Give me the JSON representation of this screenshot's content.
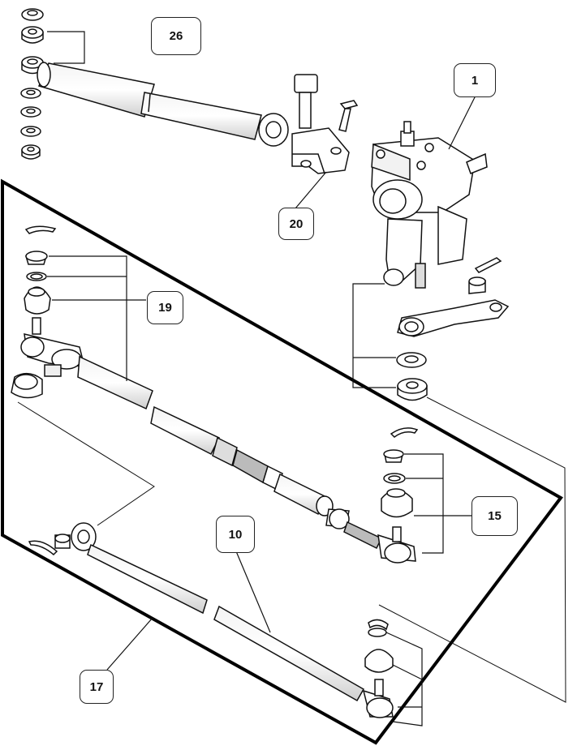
{
  "diagram": {
    "title": "",
    "callouts": [
      {
        "id": "c26",
        "label": "26"
      },
      {
        "id": "c1",
        "label": "1"
      },
      {
        "id": "c20",
        "label": "20"
      },
      {
        "id": "c19",
        "label": "19"
      },
      {
        "id": "c15",
        "label": "15"
      },
      {
        "id": "c10",
        "label": "10"
      },
      {
        "id": "c17",
        "label": "17"
      }
    ],
    "parts": [
      {
        "name": "steering-damper",
        "callout": "26"
      },
      {
        "name": "steering-box",
        "callout": "1"
      },
      {
        "name": "damper-bracket",
        "callout": "20"
      },
      {
        "name": "drag-link",
        "callout": "19"
      },
      {
        "name": "tie-rod-end",
        "callout": "15"
      },
      {
        "name": "track-rod",
        "callout": "10"
      },
      {
        "name": "panhard-rod",
        "callout": "17"
      }
    ],
    "colors": {
      "line": "#111111",
      "fill": "#ffffff",
      "shade": "#dcdcdc",
      "frame": "#000000"
    }
  }
}
